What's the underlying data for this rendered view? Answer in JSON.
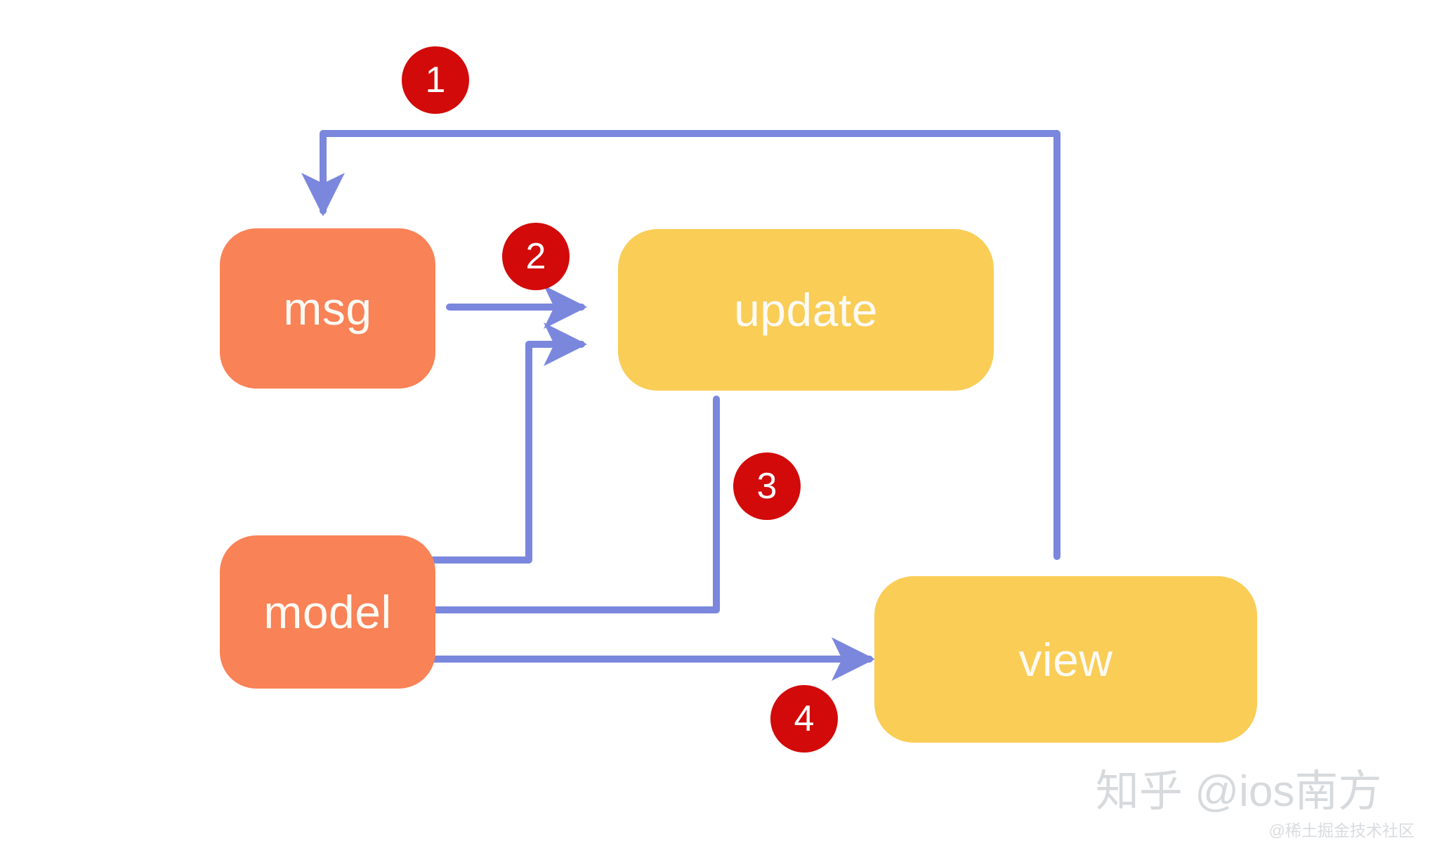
{
  "diagram": {
    "title": "msg / update / model / view flow",
    "background_color": "#ffffff",
    "palette": {
      "orange": "#f98256",
      "yellow": "#f9cd56",
      "arrow_blue": "#7b87dd",
      "badge_red": "#d20a0a",
      "node_text": "#fdfaf4",
      "watermark_gray": "#d7dadd"
    },
    "nodes": [
      {
        "id": "msg",
        "label": "msg",
        "shape": "rounded-rectangle",
        "fill": "#f98256"
      },
      {
        "id": "update",
        "label": "update",
        "shape": "rounded-rectangle",
        "fill": "#f9cd56"
      },
      {
        "id": "model",
        "label": "model",
        "shape": "rounded-rectangle",
        "fill": "#f98256"
      },
      {
        "id": "view",
        "label": "view",
        "shape": "rounded-rectangle",
        "fill": "#f9cd56"
      }
    ],
    "badges": [
      {
        "id": "badge-1",
        "label": "1",
        "describes": "view emits msg"
      },
      {
        "id": "badge-2",
        "label": "2",
        "describes": "msg and model feed update"
      },
      {
        "id": "badge-3",
        "label": "3",
        "describes": "update produces new model"
      },
      {
        "id": "badge-4",
        "label": "4",
        "describes": "model renders view"
      }
    ],
    "edges": [
      {
        "id": "edge-1",
        "from": "view",
        "to": "msg",
        "step": "1",
        "style": "orthogonal",
        "arrowhead": true
      },
      {
        "id": "edge-2a",
        "from": "msg",
        "to": "update",
        "step": "2",
        "style": "straight",
        "arrowhead": true
      },
      {
        "id": "edge-2b",
        "from": "model",
        "to": "update",
        "step": "2",
        "style": "orthogonal",
        "arrowhead": true
      },
      {
        "id": "edge-3",
        "from": "update",
        "to": "model",
        "step": "3",
        "style": "orthogonal",
        "arrowhead": true
      },
      {
        "id": "edge-4",
        "from": "model",
        "to": "view",
        "step": "4",
        "style": "straight",
        "arrowhead": true
      }
    ]
  },
  "watermark": {
    "main": "知乎 @ios南方",
    "sub": "@稀土掘金技术社区"
  }
}
